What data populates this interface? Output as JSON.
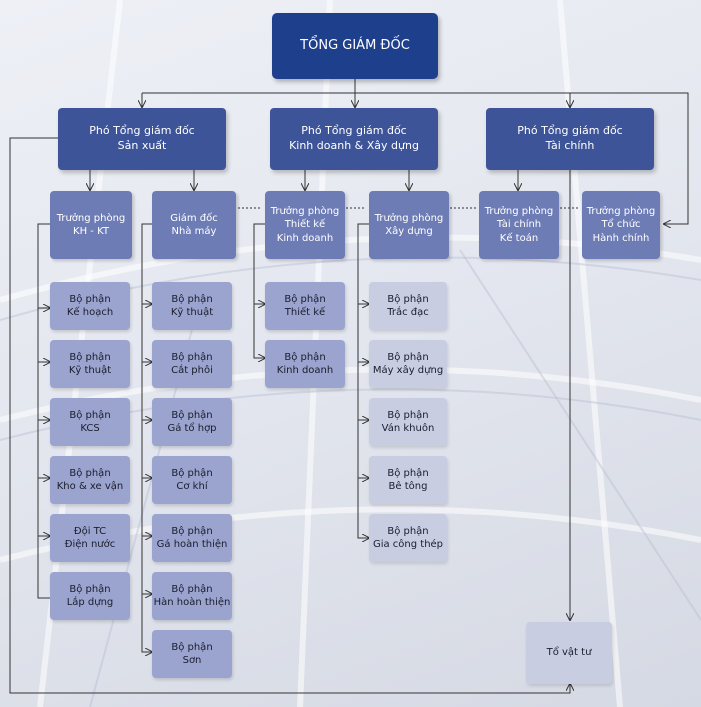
{
  "chart": {
    "ceo": "TỔNG GIÁM ĐỐC",
    "vp_production": "Phó Tổng giám đốc\nSản xuất",
    "vp_business": "Phó Tổng giám đốc\nKinh doanh & Xây dựng",
    "vp_finance": "Phó Tổng giám đốc\nTài chính",
    "mgr_planning": "Trưởng phòng\nKH - KT",
    "mgr_factory": "Giám đốc\nNhà máy",
    "mgr_design": "Trưởng phòng\nThiết kế\nKinh doanh",
    "mgr_construction": "Trưởng phòng\nXây dựng",
    "mgr_accounting": "Trưởng phòng\nTài chính\nKế toán",
    "mgr_admin": "Trưởng phòng\nTổ chức\nHành chính",
    "col1": [
      "Bộ phận\nKế hoạch",
      "Bộ phận\nKỹ thuật",
      "Bộ phận\nKCS",
      "Bộ phận\nKho & xe vận",
      "Đội TC\nĐiện nước",
      "Bộ phận\nLắp dựng"
    ],
    "col2": [
      "Bộ phận\nKỹ thuật",
      "Bộ phận\nCắt phôi",
      "Bộ phận\nGá tổ hợp",
      "Bộ phận\nCơ khí",
      "Bộ phận\nGá hoàn thiện",
      "Bộ phận\nHàn hoàn thiện",
      "Bộ phận\nSơn"
    ],
    "col3": [
      "Bộ phận\nThiết kế",
      "Bộ phận\nKinh doanh"
    ],
    "col4": [
      "Bộ phận\nTrắc đạc",
      "Bộ phận\nMáy xây dựng",
      "Bộ phận\nVán khuôn",
      "Bộ phận\nBê tông",
      "Bộ phận\nGia công thép"
    ],
    "supplies": "Tổ vật tư"
  },
  "colors": {
    "ceo": "#1e3f8c",
    "vp": "#3d5499",
    "manager": "#6e7cb6",
    "department": "#9aa4cf"
  }
}
